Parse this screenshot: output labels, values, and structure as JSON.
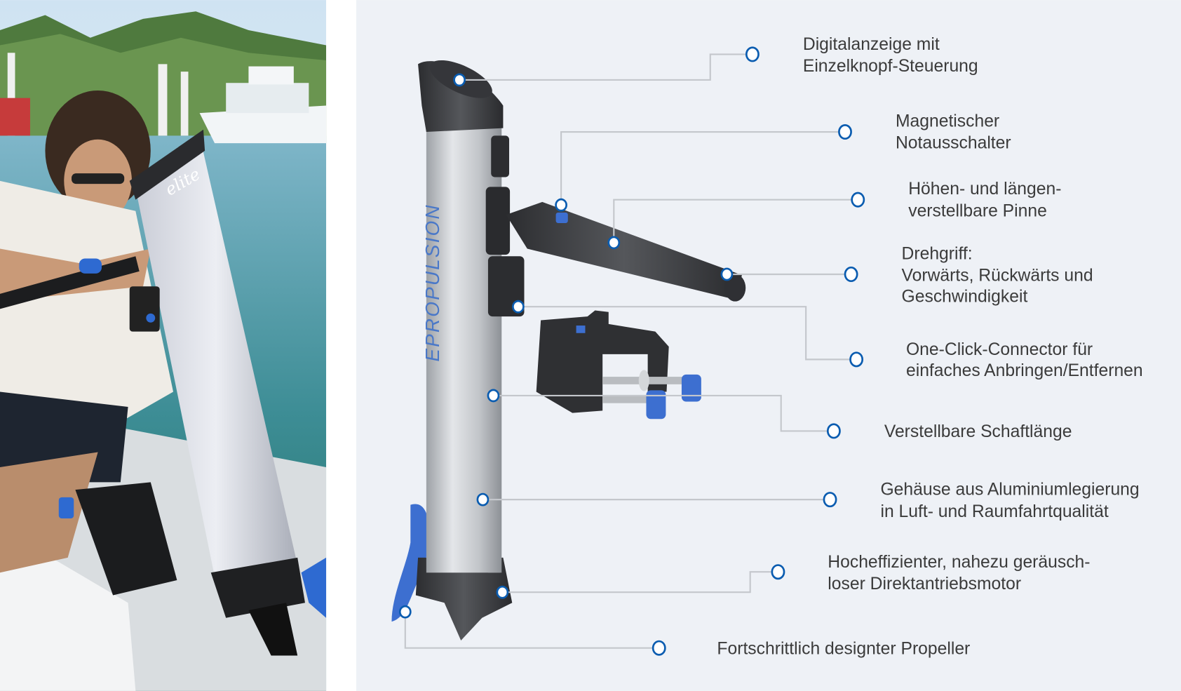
{
  "product": {
    "brand_on_tube": "elite",
    "shaft_text": "EPROPULSION"
  },
  "colors": {
    "panel_bg": "#eef1f6",
    "accent_blue": "#0a5cb0",
    "part_blue": "#3d6fd0",
    "text": "#3b3b3b"
  },
  "callouts": [
    {
      "lines": [
        "Digitalanzeige mit",
        "Einzelknopf-Steuerung"
      ]
    },
    {
      "lines": [
        "Magnetischer",
        "Notausschalter"
      ]
    },
    {
      "lines": [
        "Höhen- und längen-",
        "verstellbare Pinne"
      ]
    },
    {
      "lines": [
        "Drehgriff:",
        "Vorwärts, Rückwärts und",
        "Geschwindigkeit"
      ]
    },
    {
      "lines": [
        "One-Click-Connector für",
        "einfaches Anbringen/Entfernen"
      ]
    },
    {
      "lines": [
        "Verstellbare Schaftlänge"
      ]
    },
    {
      "lines": [
        "Gehäuse aus Aluminiumlegierung",
        "in Luft- und Raumfahrtqualität"
      ]
    },
    {
      "lines": [
        "Hocheffizienter, nahezu geräusch-",
        "loser Direktantriebsmotor"
      ]
    },
    {
      "lines": [
        "Fortschrittlich designter Propeller"
      ]
    }
  ]
}
